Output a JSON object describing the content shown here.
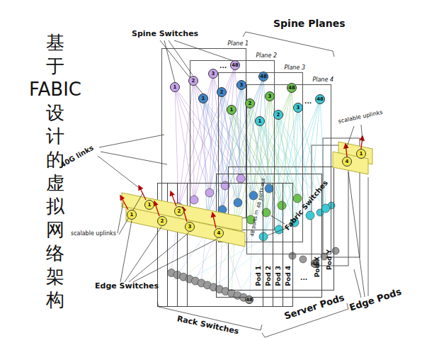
{
  "diagram": {
    "title": "基 于 FABIC 设 计 的 虚 拟 网 络 架 构",
    "nodes": [
      {
        "text": [
          "Plane 1"
        ]
      },
      {
        "text": [
          "1"
        ],
        "in": 0
      },
      {
        "text": [
          "2"
        ],
        "in": 0
      },
      {
        "text": [
          "3"
        ],
        "in": 0
      },
      {
        "text": [
          "48"
        ],
        "in": 0
      },
      {
        "text": [
          "Plane 2"
        ]
      },
      {
        "text": [
          "1"
        ],
        "in": 5
      },
      {
        "text": [
          "2"
        ],
        "in": 5
      },
      {
        "text": [
          "3"
        ],
        "in": 5
      },
      {
        "text": [
          "48"
        ],
        "in": 5
      },
      {
        "text": [
          "Plane 3"
        ]
      },
      {
        "text": [
          "1"
        ],
        "in": 10
      },
      {
        "text": [
          "2"
        ],
        "in": 10
      },
      {
        "text": [
          "3"
        ],
        "in": 10
      },
      {
        "text": [
          "48"
        ],
        "in": 10
      },
      {
        "text": [
          "Plane 4"
        ]
      },
      {
        "text": [
          "1"
        ],
        "in": 15
      },
      {
        "text": [
          "2"
        ],
        "in": 15
      },
      {
        "text": [
          "3"
        ],
        "in": 15
      },
      {
        "text": [
          "48"
        ],
        "in": 15
      },
      {
        "text": [
          "1"
        ]
      },
      {
        "text": [
          "2"
        ]
      },
      {
        "text": [
          "1"
        ]
      },
      {
        "text": [
          "2"
        ]
      },
      {
        "text": [
          "3"
        ]
      },
      {
        "text": [
          "4"
        ]
      },
      {
        "text": [
          "1"
        ]
      },
      {
        "text": [
          "4"
        ]
      },
      {
        "text": [
          "Pod 1"
        ]
      },
      {
        "text": [
          "48"
        ],
        "in": 28
      },
      {
        "text": [
          "Pod 2"
        ]
      },
      {
        "text": [
          "Pod 3"
        ]
      },
      {
        "text": [
          "Pod 4"
        ]
      },
      {
        "text": [
          "Pod X"
        ]
      },
      {
        "text": [
          "48"
        ],
        "in": 33
      },
      {
        "text": [
          "Pod Y"
        ]
      }
    ],
    "labels": [
      "Spine Switches",
      "Spine Planes",
      "40G links",
      "scalable uplinks",
      "scalable uplinks",
      "Edge Switches",
      "Rack Switches",
      "Server Pods",
      "Edge Pods",
      "Fabric Switches",
      "48 ports in",
      "48 ports out",
      "...",
      "...",
      "..."
    ]
  }
}
